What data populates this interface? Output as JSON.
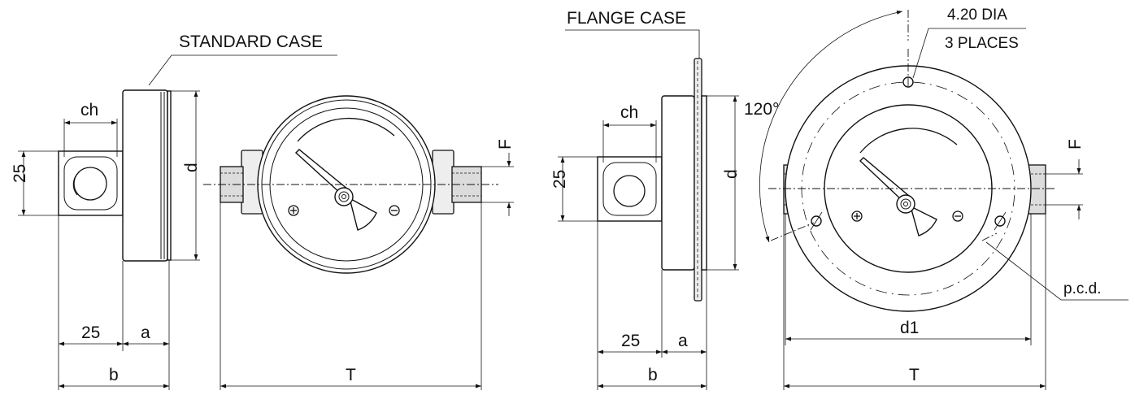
{
  "standard_case": {
    "case_label": "STANDARD CASE",
    "dimensions": {
      "ch": "ch",
      "port_height": "25",
      "port_offset": "25",
      "a": "a",
      "b": "b",
      "d": "d",
      "F": "F",
      "T": "T"
    }
  },
  "flange_case": {
    "case_label": "FLANGE CASE",
    "hole_callout_line1": "4.20 DIA",
    "hole_callout_line2": "3 PLACES",
    "hole_angle": "120°",
    "pcd_label": "p.c.d.",
    "dimensions": {
      "ch": "ch",
      "port_height": "25",
      "port_offset": "25",
      "a": "a",
      "b": "b",
      "d": "d",
      "d1": "d1",
      "F": "F",
      "T": "T"
    }
  },
  "gauge_symbols": {
    "plus": "⊕",
    "minus": "⊖"
  }
}
